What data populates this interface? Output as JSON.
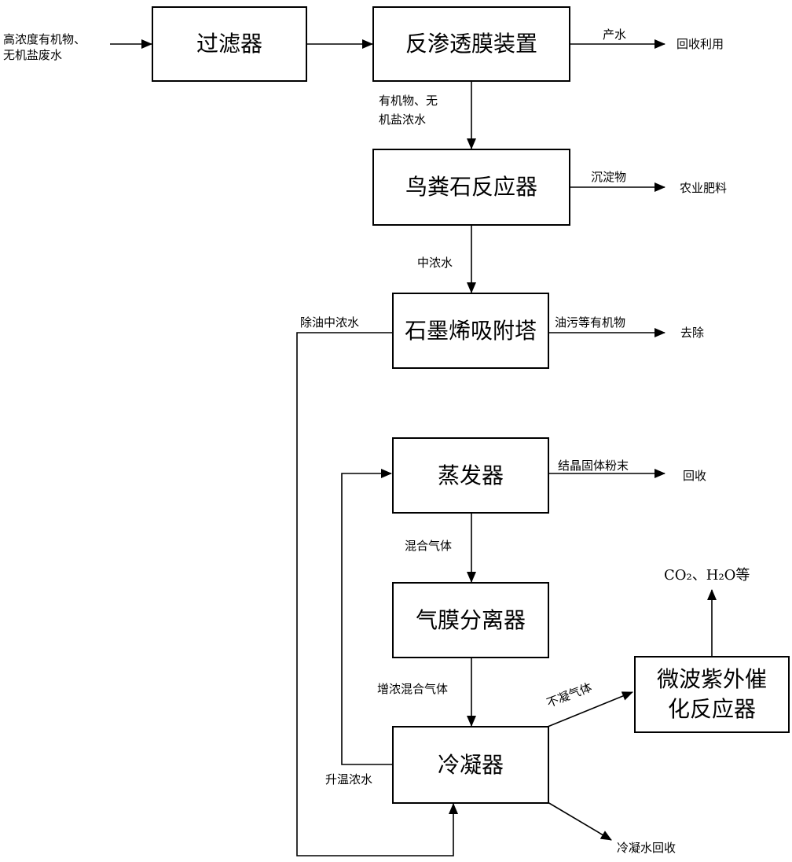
{
  "input": {
    "line1": "高浓度有机物、",
    "line2": "无机盐废水"
  },
  "boxes": {
    "filter": "过滤器",
    "ro": "反渗透膜装置",
    "struvite": "鸟粪石反应器",
    "graphene": "石墨烯吸附塔",
    "evaporator": "蒸发器",
    "gas_membrane": "气膜分离器",
    "condenser": "冷凝器",
    "microwave_line1": "微波紫外催",
    "microwave_line2": "化反应器"
  },
  "flows": {
    "product_water": "产水",
    "reuse": "回收利用",
    "ro_concentrate_line1": "有机物、无",
    "ro_concentrate_line2": "机盐浓水",
    "precipitate": "沉淀物",
    "fertilizer": "农业肥料",
    "medium_water": "中浓水",
    "oil_organics": "油污等有机物",
    "removal": "去除",
    "deoiled_water": "除油中浓水",
    "crystal_powder": "结晶固体粉末",
    "recovery": "回收",
    "mixed_gas": "混合气体",
    "enriched_gas": "增浓混合气体",
    "noncondensable_gas": "不凝气体",
    "co2_h2o": "CO₂、H₂O等",
    "warmed_water": "升温浓水",
    "condensate_recovery": "冷凝水回收"
  }
}
